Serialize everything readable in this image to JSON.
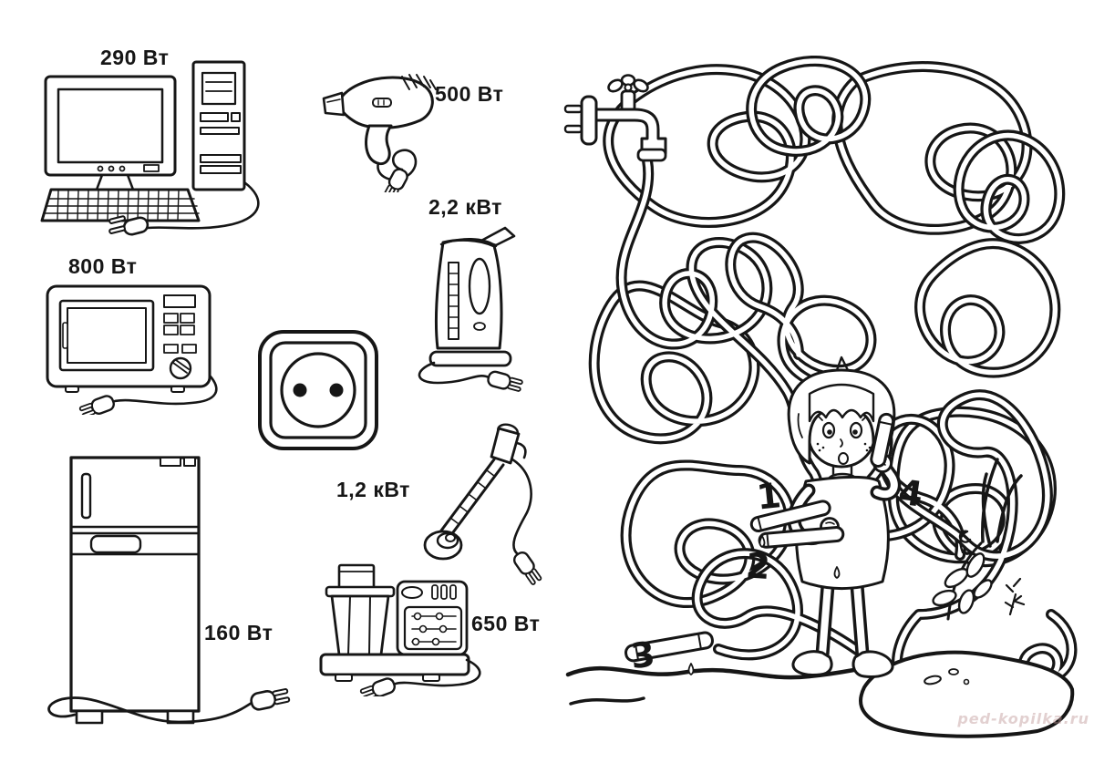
{
  "page": {
    "watermark": "ped-kopilka.ru",
    "ink_color": "#161616",
    "paper_color": "#ffffff"
  },
  "appliances": [
    {
      "id": "computer",
      "power_label": "290 Вт"
    },
    {
      "id": "hair-dryer",
      "power_label": "500 Вт"
    },
    {
      "id": "microwave",
      "power_label": "800 Вт"
    },
    {
      "id": "kettle",
      "power_label": "2,2 кВт"
    },
    {
      "id": "immersion-heater",
      "power_label": "1,2 кВт"
    },
    {
      "id": "refrigerator",
      "power_label": "160 Вт"
    },
    {
      "id": "food-processor",
      "power_label": "650 Вт"
    }
  ],
  "socket": {
    "id": "wall-socket"
  },
  "maze": {
    "cord_numbers": [
      "1",
      "2",
      "3",
      "4"
    ],
    "scene": [
      "water-tap",
      "tangled-cords",
      "girl-holding-cords",
      "plants",
      "ground"
    ]
  }
}
